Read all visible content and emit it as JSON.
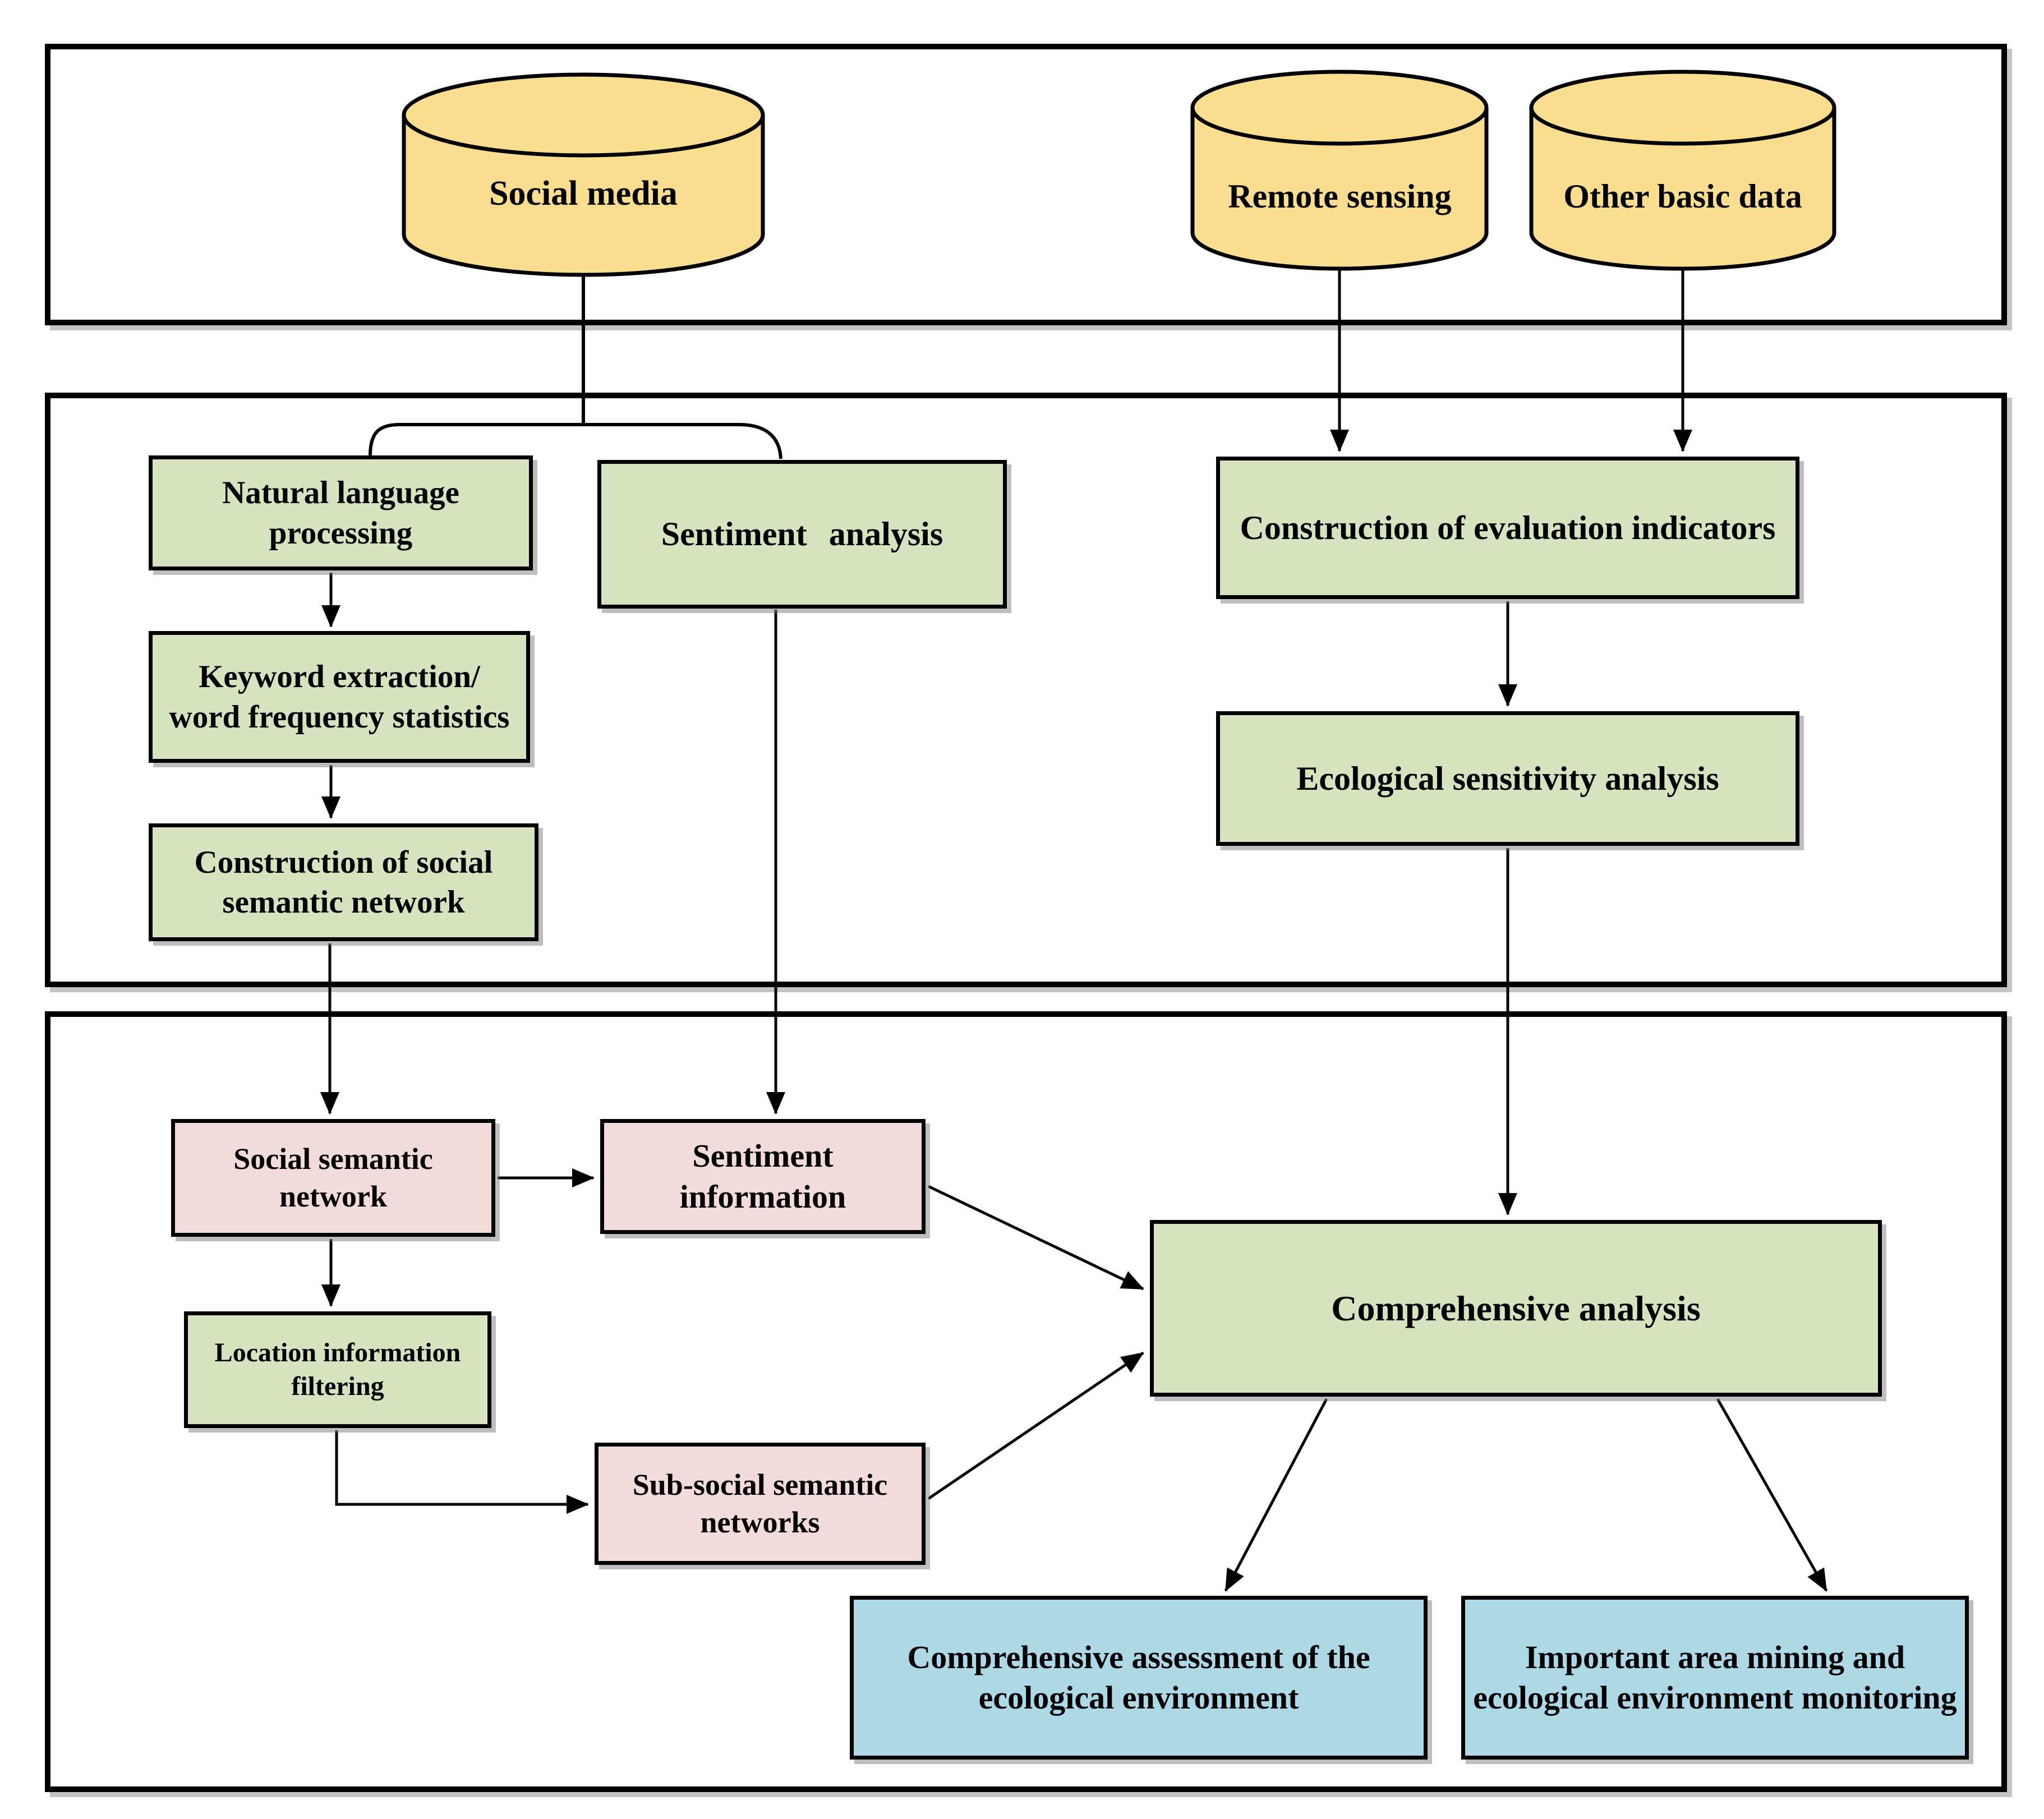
{
  "colors": {
    "data_fill": "#F8DE8E",
    "process_fill": "#D6E3BE",
    "intermediate_fill": "#F2DCDB",
    "output_fill": "#ADD8E6",
    "line": "#000000"
  },
  "nodes": {
    "social_media": {
      "label": "Social media",
      "type": "data-cylinder"
    },
    "remote_sensing": {
      "label": "Remote sensing",
      "type": "data-cylinder"
    },
    "other_basic_data": {
      "label": "Other basic data",
      "type": "data-cylinder"
    },
    "nlp": {
      "label": "Natural language processing",
      "type": "process"
    },
    "sentiment_analysis": {
      "label": "Sentiment analysis",
      "type": "process"
    },
    "evaluation_indicators": {
      "label": "Construction of evaluation indicators",
      "type": "process"
    },
    "keyword_extraction": {
      "label": "Keyword extraction/ word frequency statistics",
      "type": "process"
    },
    "eco_sensitivity": {
      "label": "Ecological sensitivity analysis",
      "type": "process"
    },
    "social_construct": {
      "label": "Construction of social semantic network",
      "type": "process"
    },
    "social_semantic_network": {
      "label": "Social semantic network",
      "type": "intermediate"
    },
    "sentiment_information": {
      "label": "Sentiment information",
      "type": "intermediate"
    },
    "location_filtering": {
      "label": "Location information filtering",
      "type": "process"
    },
    "sub_social_networks": {
      "label": "Sub-social semantic networks",
      "type": "intermediate"
    },
    "comprehensive_analysis": {
      "label": "Comprehensive analysis",
      "type": "process"
    },
    "assessment": {
      "label": "Comprehensive assessment of the ecological environment",
      "type": "output"
    },
    "important_mining": {
      "label": "Important area mining and ecological environment monitoring",
      "type": "output"
    }
  },
  "edges": [
    {
      "from": "social_media",
      "to": "nlp"
    },
    {
      "from": "social_media",
      "to": "sentiment_analysis"
    },
    {
      "from": "remote_sensing",
      "to": "evaluation_indicators"
    },
    {
      "from": "other_basic_data",
      "to": "evaluation_indicators"
    },
    {
      "from": "nlp",
      "to": "keyword_extraction"
    },
    {
      "from": "keyword_extraction",
      "to": "social_construct"
    },
    {
      "from": "social_construct",
      "to": "social_semantic_network"
    },
    {
      "from": "sentiment_analysis",
      "to": "sentiment_information"
    },
    {
      "from": "evaluation_indicators",
      "to": "eco_sensitivity"
    },
    {
      "from": "eco_sensitivity",
      "to": "comprehensive_analysis"
    },
    {
      "from": "social_semantic_network",
      "to": "sentiment_information"
    },
    {
      "from": "social_semantic_network",
      "to": "location_filtering"
    },
    {
      "from": "location_filtering",
      "to": "sub_social_networks"
    },
    {
      "from": "sentiment_information",
      "to": "comprehensive_analysis"
    },
    {
      "from": "sub_social_networks",
      "to": "comprehensive_analysis"
    },
    {
      "from": "comprehensive_analysis",
      "to": "assessment"
    },
    {
      "from": "comprehensive_analysis",
      "to": "important_mining"
    }
  ]
}
